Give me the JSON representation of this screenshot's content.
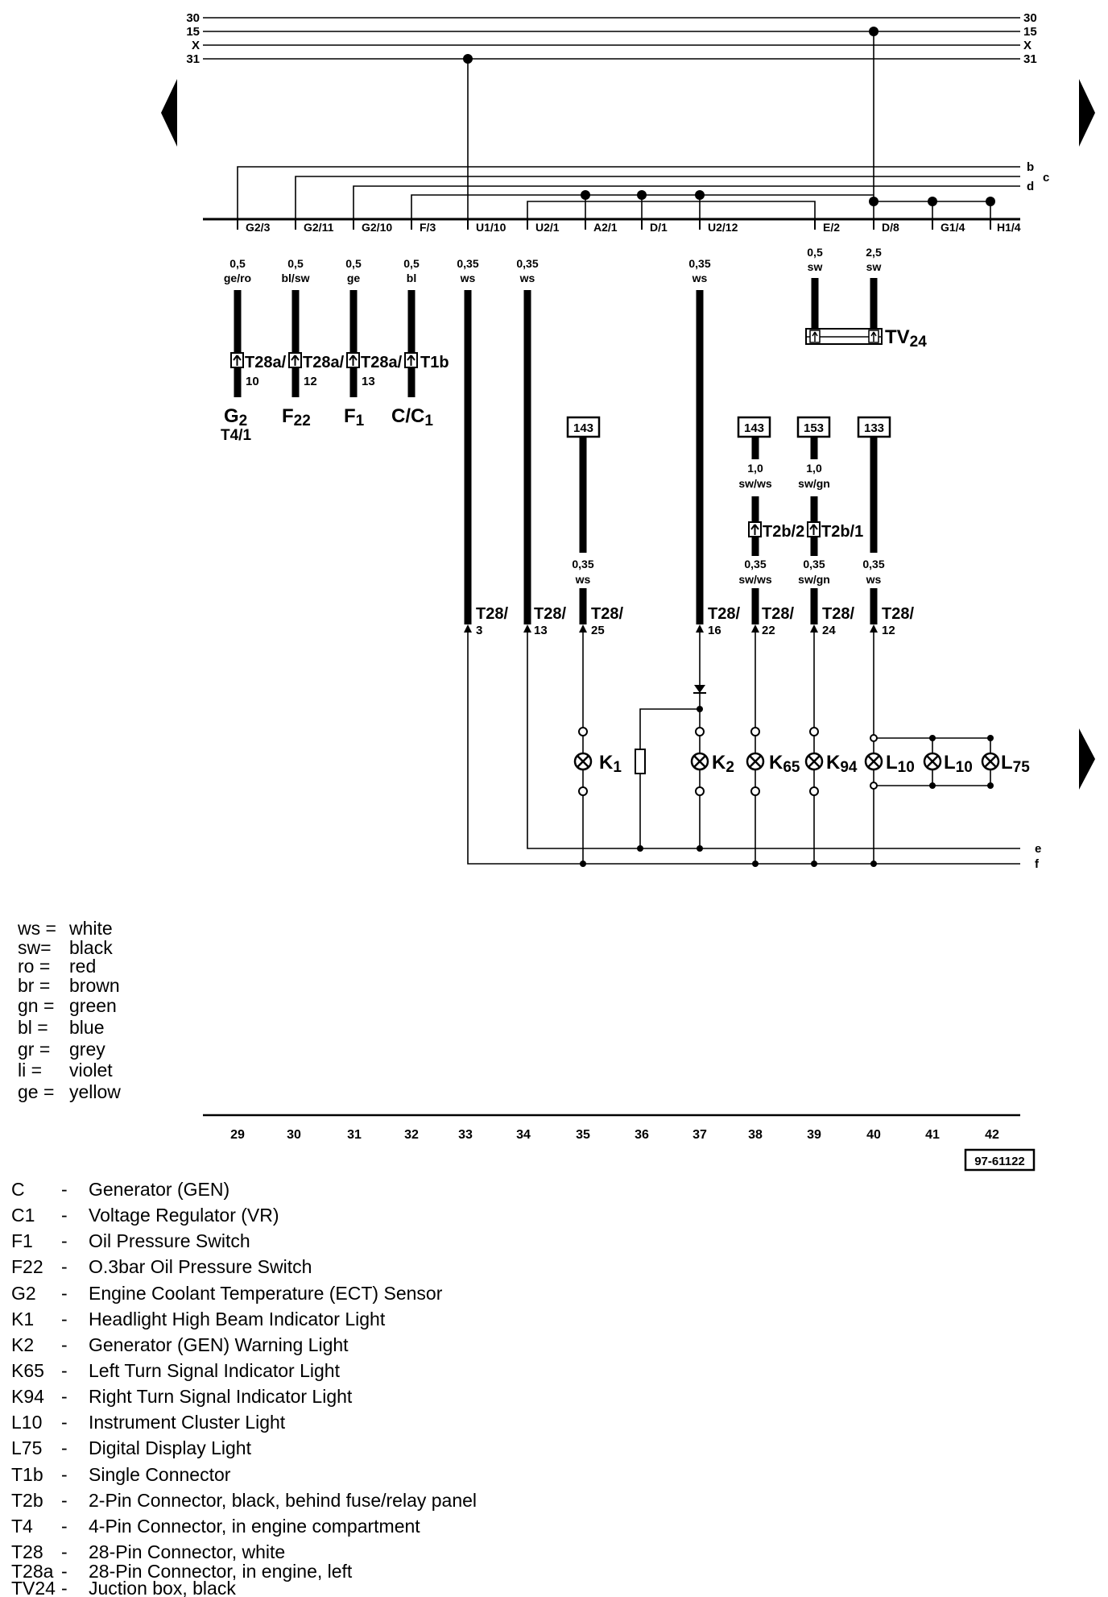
{
  "bus_lines": {
    "left": [
      "30",
      "15",
      "X",
      "31"
    ],
    "right": [
      "30",
      "15",
      "X",
      "31"
    ]
  },
  "side_lines": [
    "b",
    "c",
    "d"
  ],
  "ground_lines": [
    "e",
    "f"
  ],
  "terminals": [
    "G2/3",
    "G2/11",
    "G2/10",
    "F/3",
    "U1/10",
    "U2/1",
    "A2/1",
    "D/1",
    "U2/12",
    "E/2",
    "D/8",
    "G1/4",
    "H1/4"
  ],
  "wires_top": [
    {
      "gauge": "0,5",
      "color": "ge/ro"
    },
    {
      "gauge": "0,5",
      "color": "bl/sw"
    },
    {
      "gauge": "0,5",
      "color": "ge"
    },
    {
      "gauge": "0,5",
      "color": "bl"
    },
    {
      "gauge": "0,35",
      "color": "ws"
    },
    {
      "gauge": "0,35",
      "color": "ws"
    },
    {
      "gauge": "0,35",
      "color": "ws"
    },
    {
      "gauge": "0,5",
      "color": "sw"
    },
    {
      "gauge": "2,5",
      "color": "sw"
    }
  ],
  "connectors_upper": [
    {
      "name": "T28a/",
      "pin": "10"
    },
    {
      "name": "T28a/",
      "pin": "12"
    },
    {
      "name": "T28a/",
      "pin": "13"
    },
    {
      "name": "T1b",
      "pin": ""
    }
  ],
  "components_upper": [
    {
      "main": "G",
      "sub": "2",
      "extra": "T4/1"
    },
    {
      "main": "F",
      "sub": "22",
      "extra": ""
    },
    {
      "main": "F",
      "sub": "1",
      "extra": ""
    },
    {
      "main": "C/C",
      "sub": "1",
      "extra": ""
    }
  ],
  "junction_box": {
    "name": "TV",
    "sub": "24"
  },
  "references": [
    "143",
    "143",
    "153",
    "133"
  ],
  "wires_mid_upper": [
    {
      "gauge": "1,0",
      "color": "sw/ws"
    },
    {
      "gauge": "1,0",
      "color": "sw/gn"
    }
  ],
  "connectors_mid": [
    {
      "name": "T2b/2"
    },
    {
      "name": "T2b/1"
    }
  ],
  "wires_mid_lower": [
    {
      "gauge": "0,35",
      "color": "ws"
    },
    {
      "gauge": "0,35",
      "color": "sw/ws"
    },
    {
      "gauge": "0,35",
      "color": "sw/gn"
    },
    {
      "gauge": "0,35",
      "color": "ws"
    }
  ],
  "connectors_t28": [
    {
      "name": "T28/",
      "pin": "3"
    },
    {
      "name": "T28/",
      "pin": "13"
    },
    {
      "name": "T28/",
      "pin": "25"
    },
    {
      "name": "T28/",
      "pin": "16"
    },
    {
      "name": "T28/",
      "pin": "22"
    },
    {
      "name": "T28/",
      "pin": "24"
    },
    {
      "name": "T28/",
      "pin": "12"
    }
  ],
  "lamps": [
    {
      "main": "K",
      "sub": "1"
    },
    {
      "main": "K",
      "sub": "2"
    },
    {
      "main": "K",
      "sub": "65"
    },
    {
      "main": "K",
      "sub": "94"
    },
    {
      "main": "L",
      "sub": "10"
    },
    {
      "main": "L",
      "sub": "10"
    },
    {
      "main": "L",
      "sub": "75"
    }
  ],
  "color_legend": [
    {
      "code": "ws =",
      "name": "white"
    },
    {
      "code": "sw=",
      "name": "black"
    },
    {
      "code": "ro  =",
      "name": "red"
    },
    {
      "code": "br  =",
      "name": "brown"
    },
    {
      "code": "gn  =",
      "name": "green"
    },
    {
      "code": "bl  =",
      "name": "blue"
    },
    {
      "code": "gr  =",
      "name": "grey"
    },
    {
      "code": "li    =",
      "name": "violet"
    },
    {
      "code": "ge  =",
      "name": "yellow"
    }
  ],
  "scale_numbers": [
    "29",
    "30",
    "31",
    "32",
    "33",
    "34",
    "35",
    "36",
    "37",
    "38",
    "39",
    "40",
    "41",
    "42"
  ],
  "diagram_id": "97-61122",
  "component_key": [
    {
      "code": "C",
      "dash": "-",
      "desc": "Generator (GEN)"
    },
    {
      "code": "C1",
      "dash": "-",
      "desc": "Voltage Regulator (VR)"
    },
    {
      "code": "F1",
      "dash": "-",
      "desc": "Oil Pressure Switch"
    },
    {
      "code": "F22",
      "dash": "-",
      "desc": "O.3bar Oil Pressure Switch"
    },
    {
      "code": "G2",
      "dash": "-",
      "desc": "Engine Coolant Temperature (ECT) Sensor"
    },
    {
      "code": "K1",
      "dash": "-",
      "desc": "Headlight High Beam Indicator Light"
    },
    {
      "code": "K2",
      "dash": "-",
      "desc": "Generator (GEN) Warning Light"
    },
    {
      "code": "K65",
      "dash": "-",
      "desc": "Left Turn Signal Indicator Light"
    },
    {
      "code": "K94",
      "dash": "-",
      "desc": "Right Turn Signal Indicator Light"
    },
    {
      "code": "L10",
      "dash": "-",
      "desc": "Instrument Cluster Light"
    },
    {
      "code": "L75",
      "dash": "-",
      "desc": "Digital Display Light"
    },
    {
      "code": "T1b",
      "dash": "-",
      "desc": "Single Connector"
    },
    {
      "code": "T2b",
      "dash": "-",
      "desc": "2-Pin Connector, black, behind fuse/relay panel"
    },
    {
      "code": "T4",
      "dash": "-",
      "desc": "4-Pin Connector, in engine compartment"
    },
    {
      "code": "T28",
      "dash": "-",
      "desc": "28-Pin Connector, white"
    },
    {
      "code": "T28a",
      "dash": "-",
      "desc": "28-Pin Connector, in engine, left"
    },
    {
      "code": "TV24",
      "dash": "-",
      "desc": "Juction box, black"
    }
  ]
}
